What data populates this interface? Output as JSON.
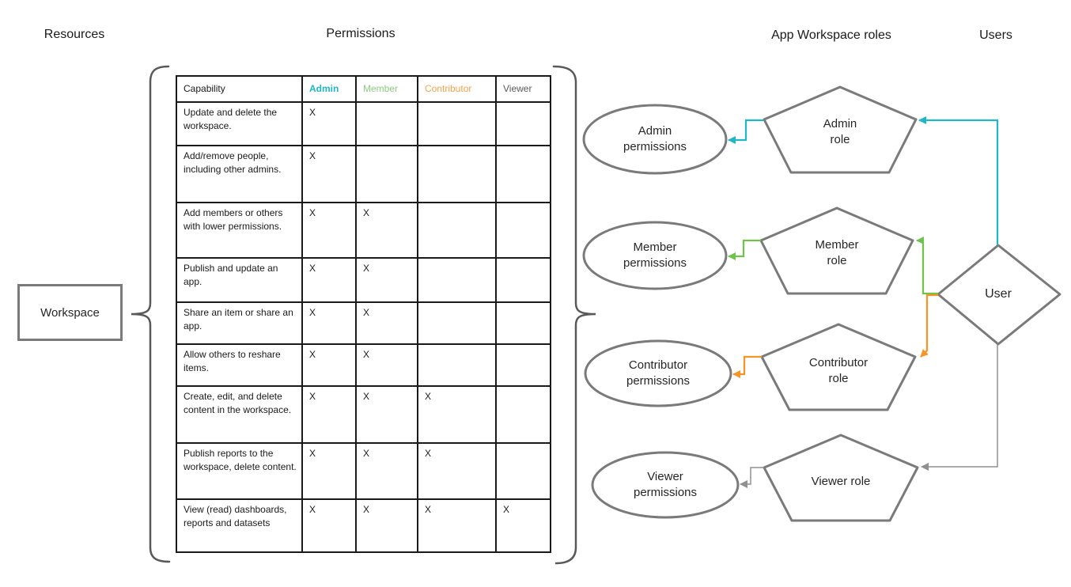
{
  "labels": {
    "resources": "Resources",
    "permissions": "Permissions",
    "app_workspace_roles": "App Workspace roles",
    "users": "Users"
  },
  "workspace": {
    "label": "Workspace"
  },
  "table": {
    "headers": [
      "Capability",
      "Admin",
      "Member",
      "Contributor",
      "Viewer"
    ],
    "rows": [
      {
        "capability": "Update and delete the workspace.",
        "admin": "X",
        "member": "",
        "contributor": "",
        "viewer": ""
      },
      {
        "capability": "Add/remove people, including other admins.",
        "admin": "X",
        "member": "",
        "contributor": "",
        "viewer": ""
      },
      {
        "capability": "Add members or others with lower permissions.",
        "admin": "X",
        "member": "X",
        "contributor": "",
        "viewer": ""
      },
      {
        "capability": "Publish and update an app.",
        "admin": "X",
        "member": "X",
        "contributor": "",
        "viewer": ""
      },
      {
        "capability": "Share an item or share an app.",
        "admin": "X",
        "member": "X",
        "contributor": "",
        "viewer": ""
      },
      {
        "capability": "Allow others to reshare items.",
        "admin": "X",
        "member": "X",
        "contributor": "",
        "viewer": ""
      },
      {
        "capability": "Create, edit, and delete content in the workspace.",
        "admin": "X",
        "member": "X",
        "contributor": "X",
        "viewer": ""
      },
      {
        "capability": "Publish reports to the workspace, delete content.",
        "admin": "X",
        "member": "X",
        "contributor": "X",
        "viewer": ""
      },
      {
        "capability": "View (read) dashboards, reports and datasets",
        "admin": "X",
        "member": "X",
        "contributor": "X",
        "viewer": "X"
      }
    ]
  },
  "permission_nodes": {
    "admin": "Admin\npermissions",
    "member": "Member\npermissions",
    "contributor": "Contributor\npermissions",
    "viewer": "Viewer\npermissions"
  },
  "role_nodes": {
    "admin": "Admin\nrole",
    "member": "Member\nrole",
    "contributor": "Contributor\nrole",
    "viewer": "Viewer role"
  },
  "user_node": {
    "label": "User"
  },
  "colors": {
    "teal": "#21B6C4",
    "green": "#6FC24C",
    "green_light": "#8CCC80",
    "orange": "#F79428",
    "orange_light": "#F2A24A",
    "gray": "#7F7F7F",
    "gray_dark": "#595959",
    "shape_outline": "#7A7A7A",
    "arrow_gray": "#909090",
    "table_border": "#1A1A1A"
  }
}
